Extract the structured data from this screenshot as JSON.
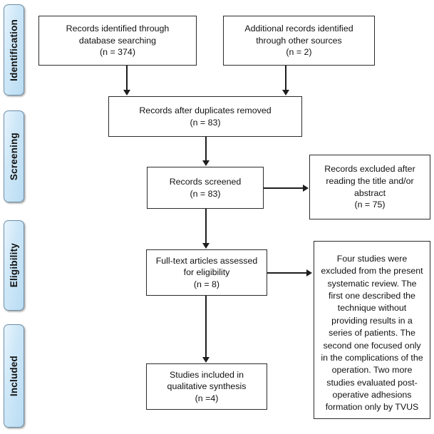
{
  "diagram": {
    "type": "prisma-flow-diagram",
    "title": "",
    "accent_color": "#bcdff5",
    "border_color": "#2b2b2b",
    "stage_border_color": "#6f8fa8"
  },
  "stages": [
    {
      "id": "identification",
      "label": "Identification"
    },
    {
      "id": "screening",
      "label": "Screening"
    },
    {
      "id": "eligibility",
      "label": "Eligibility"
    },
    {
      "id": "included",
      "label": "Included"
    }
  ],
  "boxes": {
    "database_records": {
      "text": "Records identified through\ndatabase searching\n(n = 374)",
      "count": 374
    },
    "other_records": {
      "text": "Additional records identified\nthrough other sources\n(n = 2)",
      "count": 2
    },
    "duplicates_removed": {
      "text": "Records after duplicates removed\n(n = 83)",
      "count": 83
    },
    "records_screened": {
      "text": "Records screened\n(n = 83)",
      "count": 83
    },
    "records_excluded": {
      "text": "Records excluded after\nreading the title and/or\nabstract\n(n = 75)",
      "count": 75
    },
    "fulltext_assessed": {
      "text": "Full-text articles assessed\nfor eligibility\n(n = 8)",
      "count": 8
    },
    "fulltext_excluded": {
      "text": "Four studies were excluded from the present systematic review. The first one described the technique without providing results in a series of patients. The second one focused only in the complications of the operation. Two more studies evaluated post-operative adhesions formation only by TVUS",
      "count": 4
    },
    "studies_included": {
      "text": "Studies included in\nqualitative synthesis\n(n =4)",
      "count": 4
    }
  }
}
